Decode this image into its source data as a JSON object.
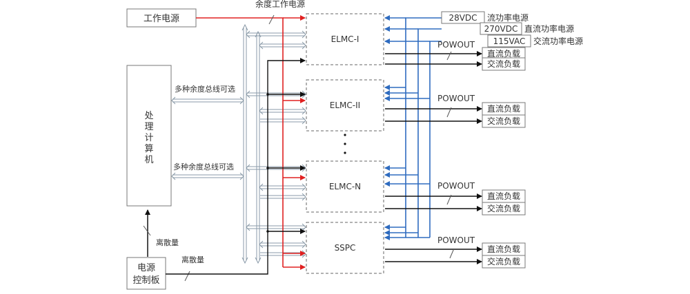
{
  "diagram": {
    "power_source": "工作电源",
    "redundant_power": "余度工作电源",
    "processor": "处理计算机",
    "power_control_board": [
      "电源",
      "控制板"
    ],
    "discrete_left": "离散量",
    "discrete_bottom": "离散量",
    "bus_label_top": "多种余度总线可选",
    "bus_label_bottom": "多种余度总线可选",
    "modules": [
      "ELMC-I",
      "ELMC-II",
      "ELMC-N",
      "SSPC"
    ],
    "ellipsis": "⋮",
    "sources": [
      {
        "value": "28VDC",
        "desc": "流功率电源"
      },
      {
        "value": "270VDC",
        "desc": "直流功率电源"
      },
      {
        "value": "115VAC",
        "desc": "交流功率电源"
      }
    ],
    "powout": "POWOUT",
    "dc_load": "直流负载",
    "ac_load": "交流负载",
    "colors": {
      "red": "#e02020",
      "blue": "#2e6bbf",
      "black": "#111111",
      "bus": "#8a9aa8"
    }
  }
}
